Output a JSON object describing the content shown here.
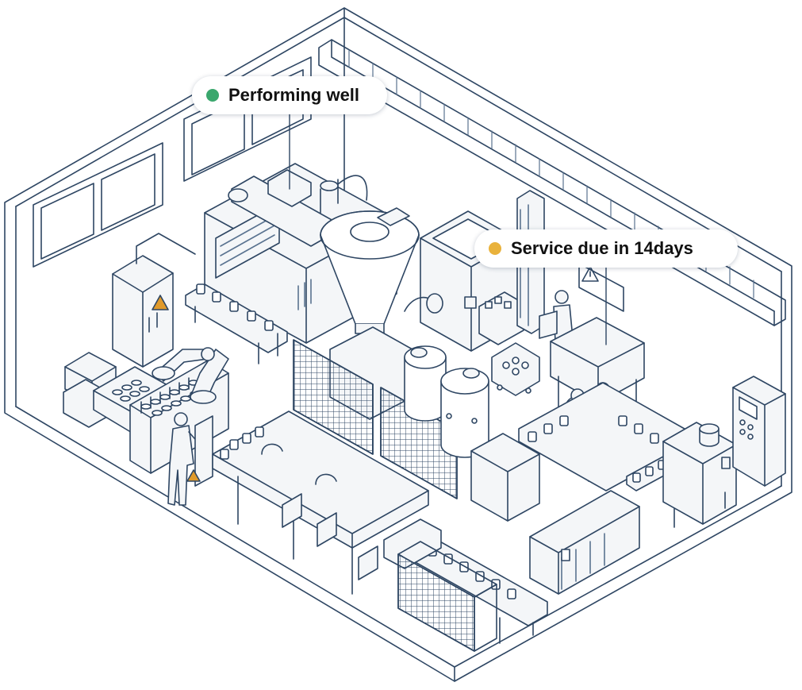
{
  "colors": {
    "line": "#2e4663",
    "line_light": "#5a7390",
    "fill": "#f4f6f8",
    "status_good": "#3aa76d",
    "status_warning": "#e9b23c",
    "warning_sign": "#e09a2b"
  },
  "callouts": [
    {
      "id": "performing",
      "status": "good",
      "label": "Performing well"
    },
    {
      "id": "service",
      "status": "warning",
      "label": "Service due in 14days"
    }
  ]
}
